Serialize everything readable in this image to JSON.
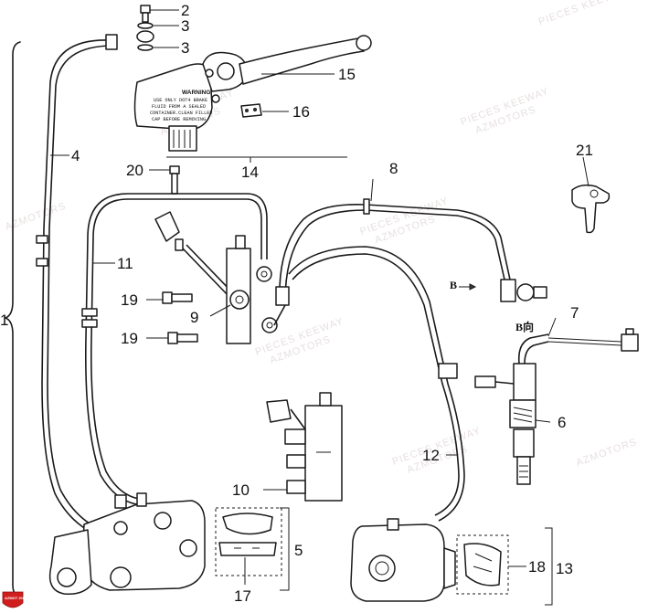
{
  "callouts": {
    "c1": "1",
    "c2": "2",
    "c3a": "3",
    "c3b": "3",
    "c4": "4",
    "c5": "5",
    "c6": "6",
    "c7": "7",
    "c8": "8",
    "c9": "9",
    "c10": "10",
    "c11": "11",
    "c12": "12",
    "c13": "13",
    "c14": "14",
    "c15": "15",
    "c16": "16",
    "c17": "17",
    "c18": "18",
    "c19a": "19",
    "c19b": "19",
    "c20": "20",
    "c21": "21"
  },
  "direction_labels": {
    "b": "B",
    "b_view": "B向"
  },
  "warning_label": {
    "title": "WARNING",
    "lines": [
      "USE ONLY DOT4 BRAKE",
      "FLUID FROM A SEALED",
      "CONTAINER.CLEAN FILLER",
      "CAP BEFORE REMOVING"
    ]
  },
  "watermark": {
    "line1": "PIECES KEEWAY",
    "line2": "AZMOTORS"
  },
  "logo": {
    "text": "AZMOT 2003",
    "color": "#d01e1e"
  },
  "colors": {
    "line": "#1a1a1a",
    "watermark": "#e8e0e0",
    "accent": "#d01e1e"
  }
}
